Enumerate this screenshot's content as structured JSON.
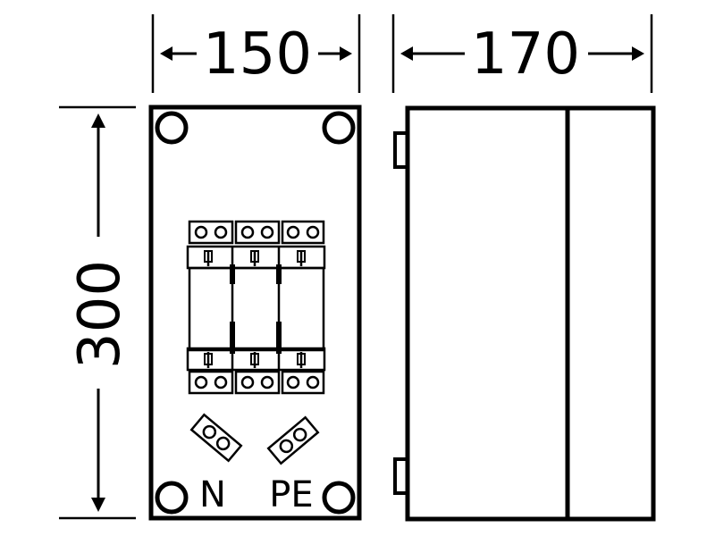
{
  "dimensions": {
    "front_width": "150",
    "side_depth": "170",
    "height": "300"
  },
  "terminal_labels": {
    "neutral": "N",
    "protective_earth": "PE"
  },
  "colors": {
    "line": "#000000",
    "background": "#ffffff"
  }
}
